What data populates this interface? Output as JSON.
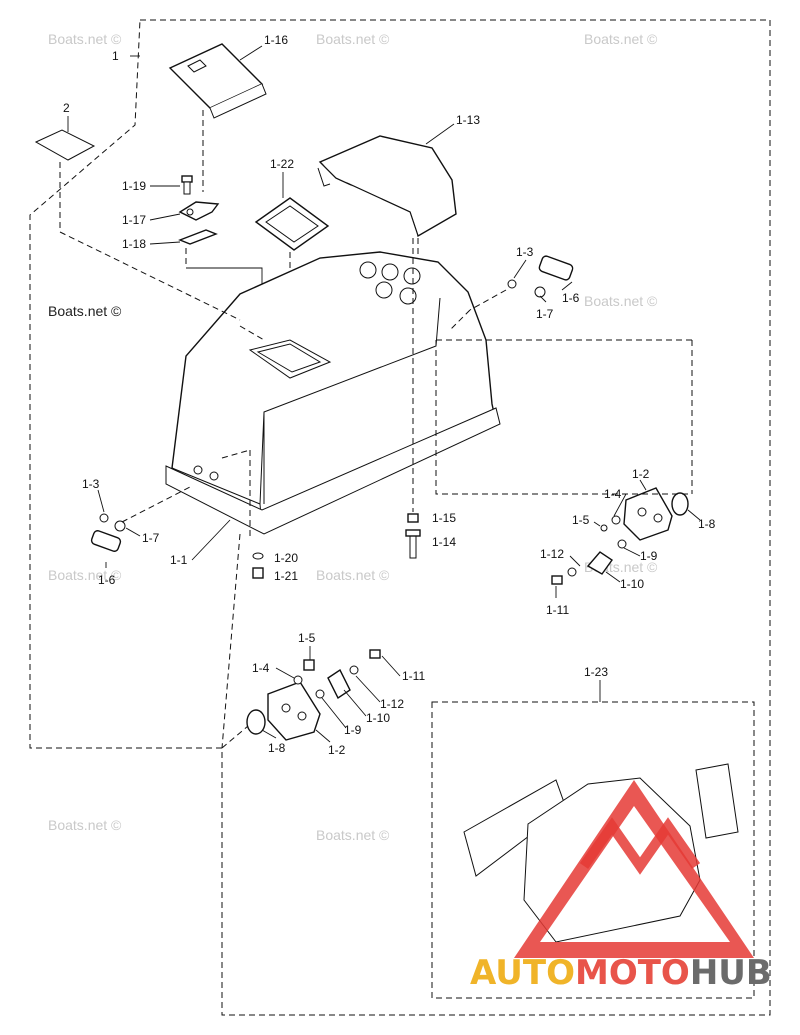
{
  "watermarks": {
    "primary": "Boats.net ©"
  },
  "brand": {
    "part1": "AUTO",
    "part2": "MOTO",
    "part3": "HUB",
    "colors": {
      "auto": "#f0b429",
      "moto": "#e8544a",
      "hub": "#6b6b6b",
      "triangle": "#e53935"
    }
  },
  "callouts": {
    "c1": "1",
    "c2": "2",
    "c1_16": "1-16",
    "c1_13": "1-13",
    "c1_22": "1-22",
    "c1_19": "1-19",
    "c1_17": "1-17",
    "c1_18": "1-18",
    "c1_3a": "1-3",
    "c1_6a": "1-6",
    "c1_7a": "1-7",
    "c1_3b": "1-3",
    "c1_7b": "1-7",
    "c1_6b": "1-6",
    "c1_1": "1-1",
    "c1_15": "1-15",
    "c1_14": "1-14",
    "c1_20": "1-20",
    "c1_21": "1-21",
    "c1_2a": "1-2",
    "c1_4a": "1-4",
    "c1_5a": "1-5",
    "c1_8a": "1-8",
    "c1_12a": "1-12",
    "c1_9a": "1-9",
    "c1_10a": "1-10",
    "c1_11a": "1-11",
    "c1_5b": "1-5",
    "c1_4b": "1-4",
    "c1_11b": "1-11",
    "c1_12b": "1-12",
    "c1_9b": "1-9",
    "c1_10b": "1-10",
    "c1_8b": "1-8",
    "c1_2b": "1-2",
    "c1_23": "1-23"
  }
}
